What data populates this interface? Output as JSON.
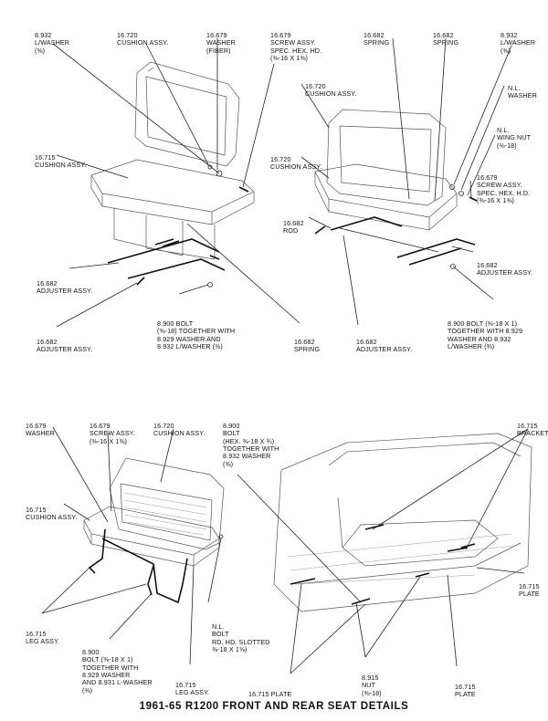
{
  "callouts": {
    "front_left": [
      {
        "id": "fl-lwasher",
        "lines": [
          "8.932",
          "L/WASHER",
          "(⅜)"
        ]
      },
      {
        "id": "fl-cushion-top",
        "lines": [
          "16.720",
          "CUSHION ASSY."
        ]
      },
      {
        "id": "fl-washer-fiber",
        "lines": [
          "16.679",
          "WASHER",
          "(FIBER)"
        ]
      },
      {
        "id": "fl-screw",
        "lines": [
          "16.679",
          "SCREW ASSY.",
          "SPEC. HEX. HD.",
          "(⅜-16 x 1⅜)"
        ]
      },
      {
        "id": "fl-cushion-left",
        "lines": [
          "16.715",
          "CUSHION ASSY."
        ]
      },
      {
        "id": "fl-adjuster",
        "lines": [
          "16.682",
          "ADJUSTER ASSY."
        ]
      },
      {
        "id": "fl-adjuster-2",
        "lines": [
          "16.682",
          "ADJUSTER ASSY."
        ]
      },
      {
        "id": "fl-bolt",
        "lines": [
          "8.900 BOLT",
          "(⅜-18) TOGETHER WITH",
          "8.929 WASHER AND",
          "8.932 L/WASHER (⅜)"
        ]
      },
      {
        "id": "fl-spring",
        "lines": [
          "16.682",
          "SPRING"
        ]
      }
    ],
    "front_right": [
      {
        "id": "fr-spring-1",
        "lines": [
          "16.682",
          "SPRING"
        ]
      },
      {
        "id": "fr-spring-2",
        "lines": [
          "16.682",
          "SPRING"
        ]
      },
      {
        "id": "fr-lwasher",
        "lines": [
          "8.932",
          "L/WASHER",
          "(⅜)"
        ]
      },
      {
        "id": "fr-cushion-top",
        "lines": [
          "16.720",
          "CUSHION ASSY."
        ]
      },
      {
        "id": "fr-nl-washer",
        "lines": [
          "N.L.",
          "WASHER"
        ]
      },
      {
        "id": "fr-wing-nut",
        "lines": [
          "N.L.",
          "WING NUT",
          "(⅜-18)"
        ]
      },
      {
        "id": "fr-cushion-mid",
        "lines": [
          "16.720",
          "CUSHION ASSY."
        ]
      },
      {
        "id": "fr-screw",
        "lines": [
          "16.679",
          "SCREW ASSY.",
          "SPEC. HEX. H.D.",
          "(⅜-16 x 1⅜)"
        ]
      },
      {
        "id": "fr-rod",
        "lines": [
          "16.682",
          "ROD"
        ]
      },
      {
        "id": "fr-adjuster",
        "lines": [
          "16.682",
          "ADJUSTER ASSY."
        ]
      },
      {
        "id": "fr-adjuster-2",
        "lines": [
          "16.682",
          "ADJUSTER ASSY."
        ]
      },
      {
        "id": "fr-bolt",
        "lines": [
          "8.900 BOLT (⅜-18 x 1)",
          "TOGETHER WITH 8.929",
          "WASHER AND 8.932",
          "L/WASHER (⅜)"
        ]
      }
    ],
    "rear_left": [
      {
        "id": "rl-washer",
        "lines": [
          "16.679",
          "WASHER"
        ]
      },
      {
        "id": "rl-screw",
        "lines": [
          "16.679",
          "SCREW ASSY.",
          "(⅜-16 x 1⅜)"
        ]
      },
      {
        "id": "rl-cushion-top",
        "lines": [
          "16.720",
          "CUSHION ASSY."
        ]
      },
      {
        "id": "rl-cushion-left",
        "lines": [
          "16.715",
          "CUSHION ASSY."
        ]
      },
      {
        "id": "rl-leg",
        "lines": [
          "16.715",
          "LEG ASSY."
        ]
      },
      {
        "id": "rl-bolt",
        "lines": [
          "8.900",
          "BOLT (⅜-18 x 1)",
          "TOGETHER WITH",
          "8.929 WASHER",
          "AND 8.931 L-WASHER",
          "(⅜)"
        ]
      },
      {
        "id": "rl-nl-bolt",
        "lines": [
          "N.L.",
          "BOLT",
          "RD. HD. SLOTTED",
          "⅜-18 x 1⅜)"
        ]
      },
      {
        "id": "rl-leg-2",
        "lines": [
          "16.715",
          "LEG ASSY."
        ]
      }
    ],
    "rear_right": [
      {
        "id": "rr-bolt",
        "lines": [
          "8.900",
          "BOLT",
          "(HEX. ⅜-18 x ¾)",
          "TOGETHER WITH",
          "8.932 WASHER",
          "(⅜)"
        ]
      },
      {
        "id": "rr-bracket",
        "lines": [
          "16.715",
          "BRACKET"
        ]
      },
      {
        "id": "rr-plate-right",
        "lines": [
          "16.715",
          "PLATE"
        ]
      },
      {
        "id": "rr-nut",
        "lines": [
          "8.915",
          "NUT",
          "(⅜-18)"
        ]
      },
      {
        "id": "rr-plate-left",
        "lines": [
          "16.715 PLATE"
        ]
      },
      {
        "id": "rr-plate-bottom",
        "lines": [
          "16.715",
          "PLATE"
        ]
      }
    ]
  },
  "caption": "1961-65 R1200 FRONT AND REAR SEAT DETAILS"
}
